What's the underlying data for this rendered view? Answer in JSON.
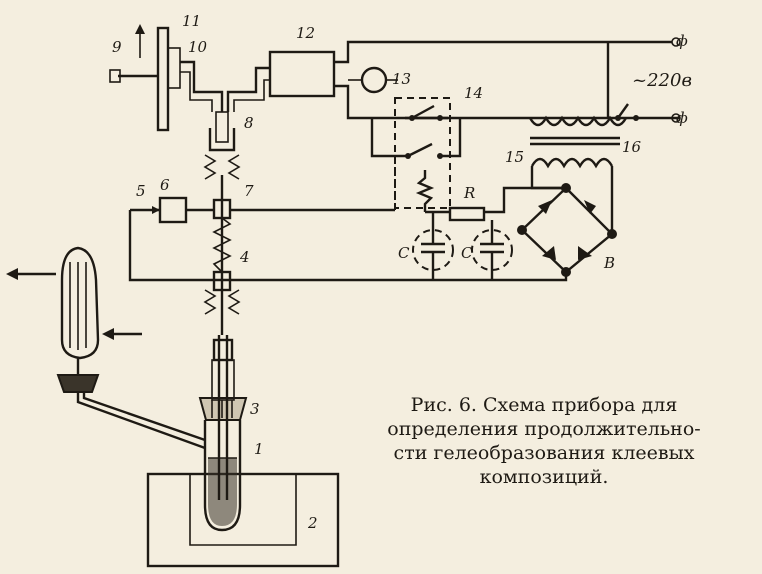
{
  "figure": {
    "caption_lines": [
      "Рис. 6. Схема прибора для",
      "определения продолжительно-",
      "сти гелеобразования клеевых",
      "композиций."
    ]
  },
  "labels": {
    "n1": "1",
    "n2": "2",
    "n3": "3",
    "n4": "4",
    "n5": "5",
    "n6": "6",
    "n7": "7",
    "n8": "8",
    "n9": "9",
    "n10": "10",
    "n11": "11",
    "n12": "12",
    "n13": "13",
    "n14": "14",
    "n15": "15",
    "n16": "16",
    "R": "R",
    "C": "C",
    "C1": "C",
    "B": "B",
    "voltage": "~220в",
    "phase_top": "ф",
    "phase_bottom": "ф"
  }
}
